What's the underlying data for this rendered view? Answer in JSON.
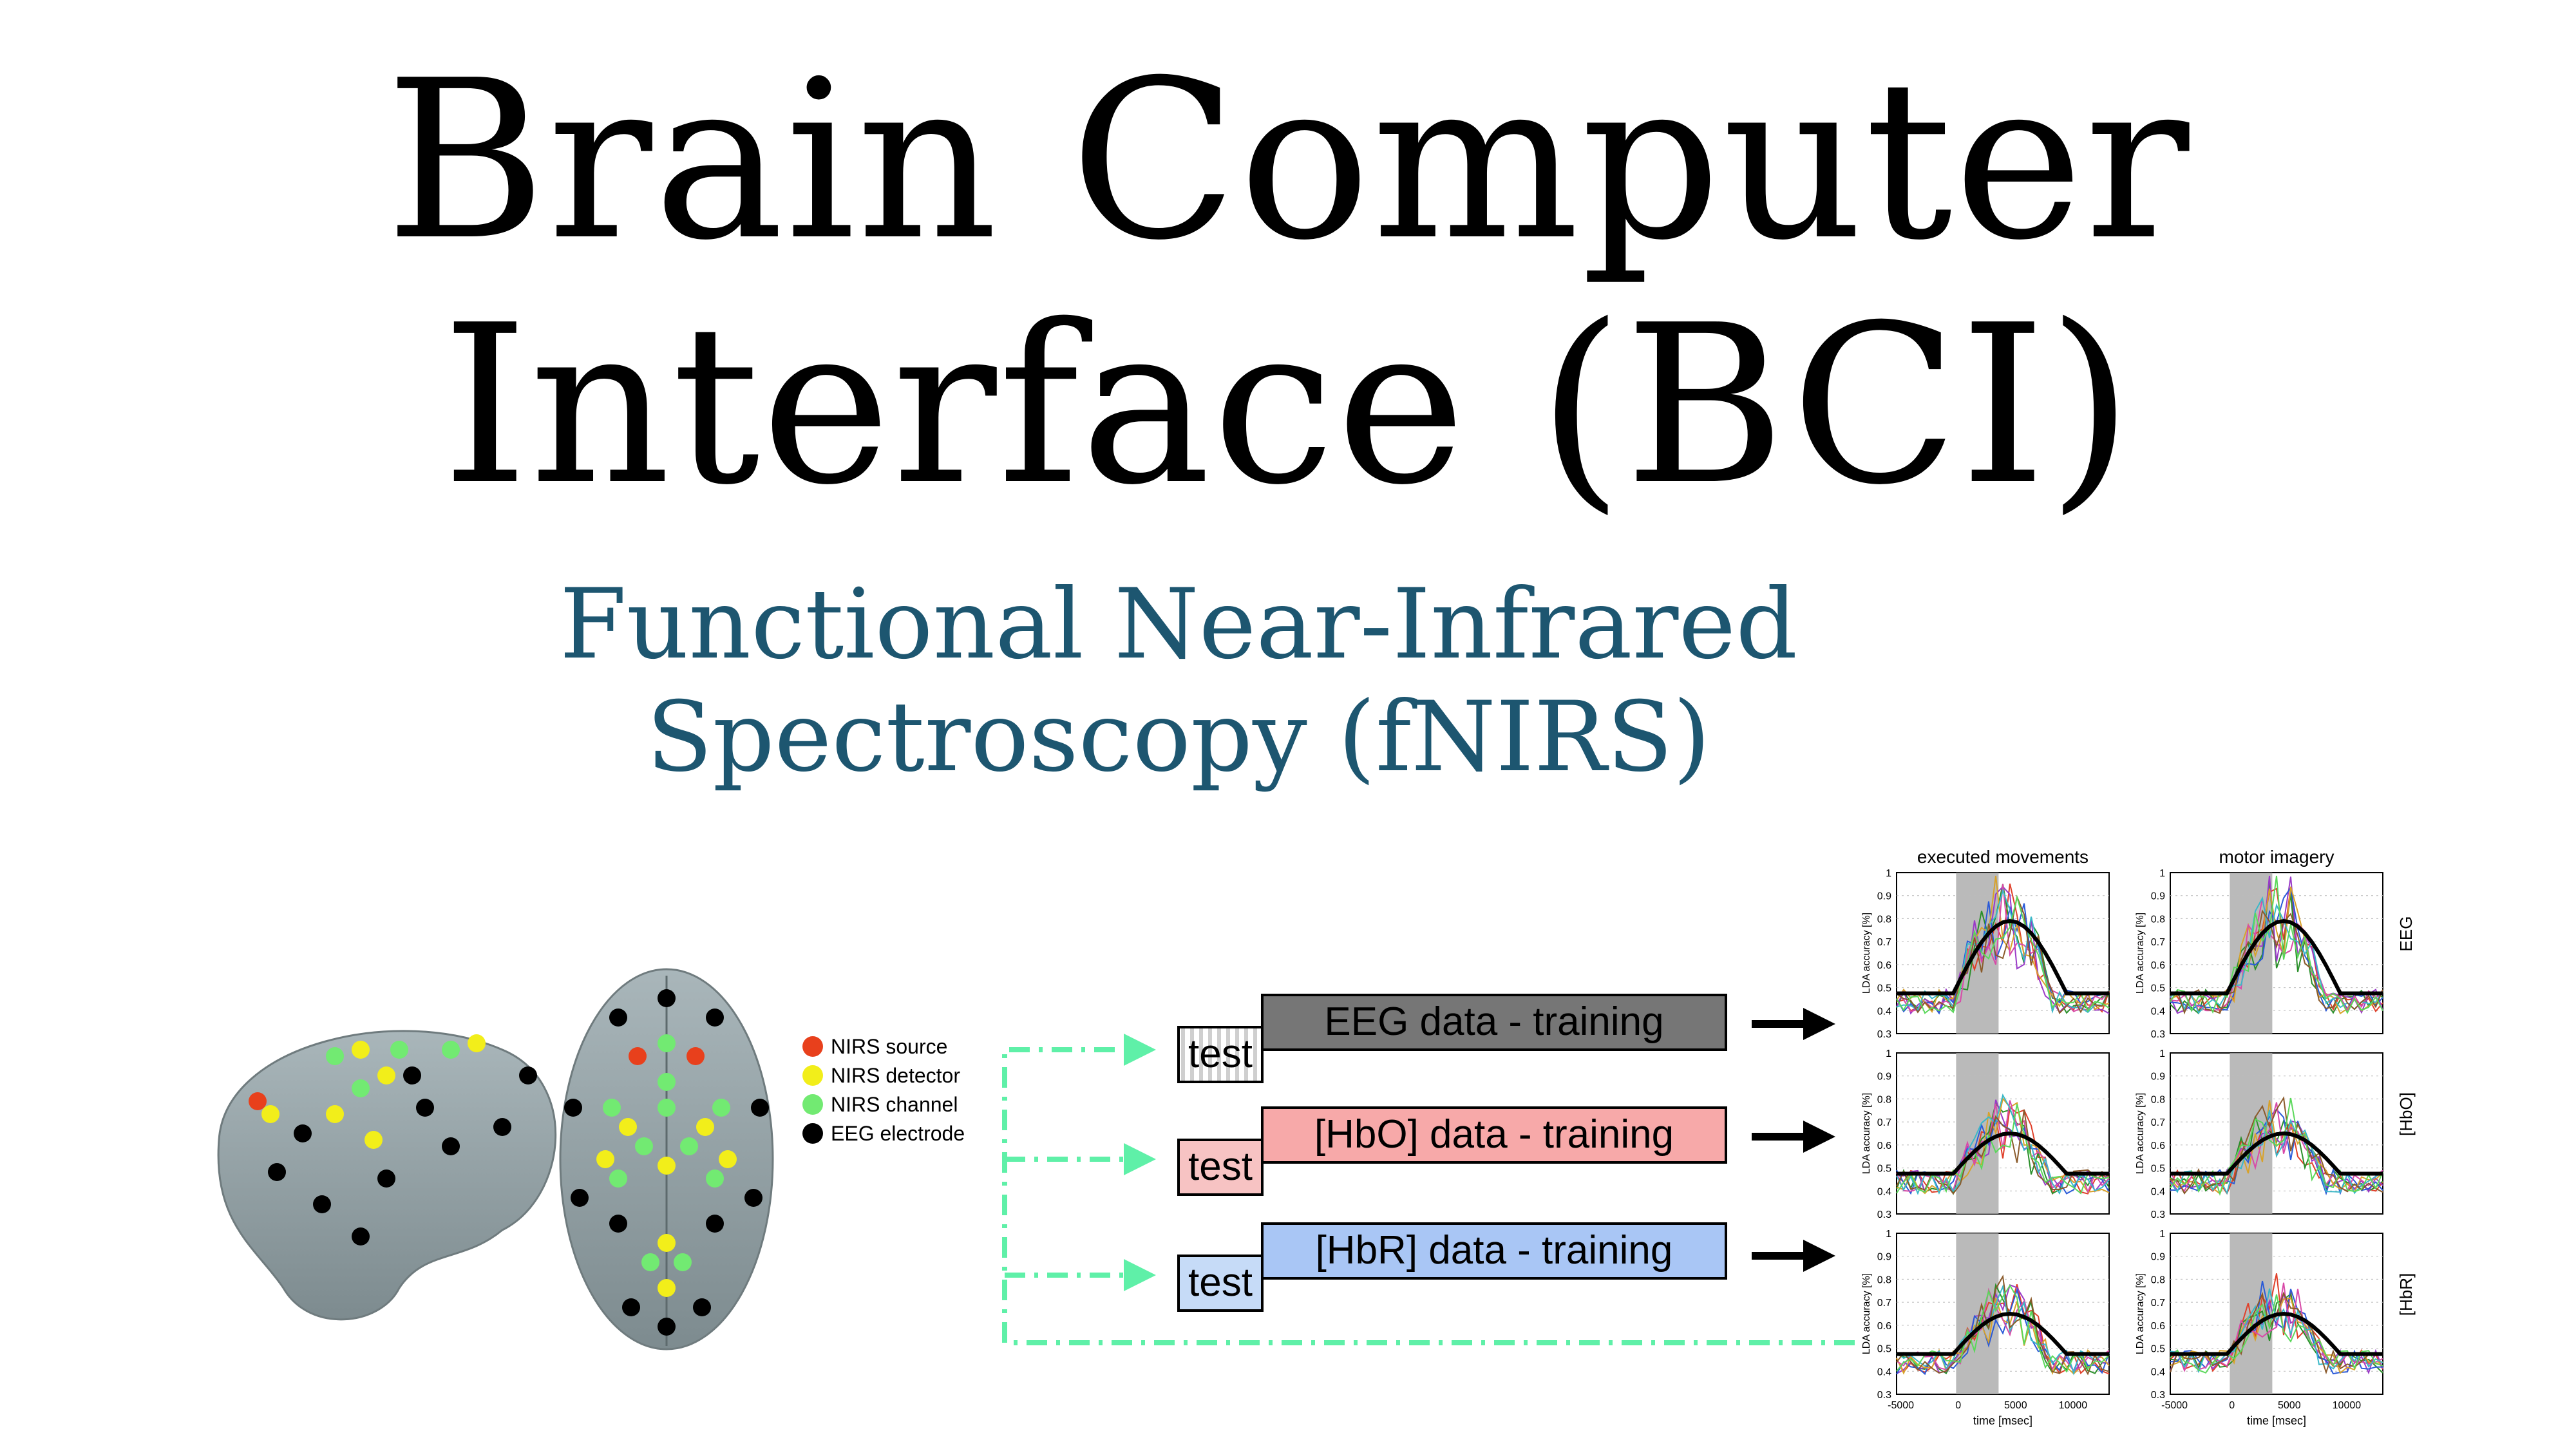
{
  "title": {
    "line1": "Brain Computer",
    "line2": "Interface (BCI)"
  },
  "subtitle": {
    "line1": "Functional Near-Infrared",
    "line2": "Spectroscopy (fNIRS)"
  },
  "colors": {
    "title": "#000000",
    "subtitle": "#1d5670",
    "nirs_source": "#e8401c",
    "nirs_detector": "#f2ee1a",
    "nirs_channel": "#72ea72",
    "eeg_electrode": "#000000",
    "arrow_dashed": "#5ff0a8",
    "eeg_bar": "#767676",
    "hbo_bar": "#f7a9a9",
    "hbr_bar": "#a9c6f5"
  },
  "legend": [
    {
      "label": "NIRS source",
      "color": "#e8401c"
    },
    {
      "label": "NIRS detector",
      "color": "#f2ee1a"
    },
    {
      "label": "NIRS channel",
      "color": "#72ea72"
    },
    {
      "label": "EEG electrode",
      "color": "#000000"
    }
  ],
  "pipeline": [
    {
      "test_label": "test",
      "training_label": "EEG data - training"
    },
    {
      "test_label": "test",
      "training_label": "[HbO] data - training"
    },
    {
      "test_label": "test",
      "training_label": "[HbR] data - training"
    }
  ],
  "plots": {
    "col_titles": [
      "executed movements",
      "motor imagery"
    ],
    "row_labels": [
      "EEG",
      "[HbO]",
      "[HbR]"
    ],
    "ylabel": "LDA accuracy [%]",
    "xlabel": "time [msec]",
    "yticks": [
      "0.3",
      "0.4",
      "0.5",
      "0.6",
      "0.7",
      "0.8",
      "0.9",
      "1"
    ],
    "xticks": [
      "-5000",
      "0",
      "5000",
      "10000"
    ]
  }
}
